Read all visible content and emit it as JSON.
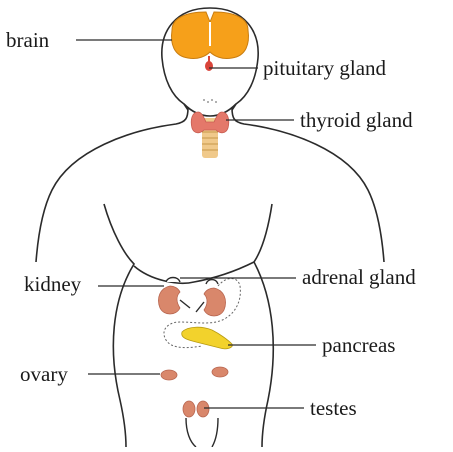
{
  "labels": {
    "brain": "brain",
    "pituitary": "pituitary gland",
    "thyroid": "thyroid gland",
    "kidney": "kidney",
    "adrenal": "adrenal gland",
    "pancreas": "pancreas",
    "ovary": "ovary",
    "testes": "testes"
  },
  "colors": {
    "brain": "#f6a01a",
    "pituitary": "#d9443a",
    "thyroid": "#e4786a",
    "trachea": "#f0c98a",
    "kidney": "#d9876b",
    "pancreas": "#f2d22c",
    "ovary": "#d9876b",
    "testes": "#d9876b",
    "outline": "#2b2b2b"
  }
}
